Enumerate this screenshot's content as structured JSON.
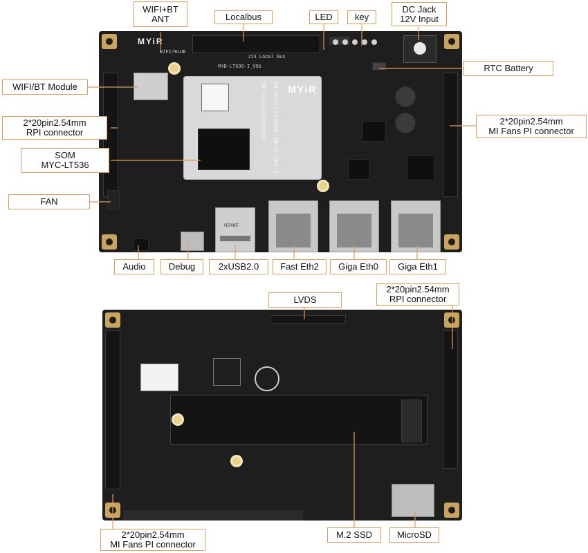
{
  "top_board": {
    "brand": "MYiR",
    "som_module_text": "MYiR",
    "som_part": "PN:MYC-LT536ME-8E1D-160-I",
    "som_serial": "SN:XXXXXXXXXXXXX",
    "board_name": "MYB-LT536-I_V01",
    "local_bus_silk": "J14  Local Bus",
    "usb_silk": "H246C",
    "wifi_silk": "WIFI/BLUE"
  },
  "labels": {
    "wifi_ant": "WIFI+BT\nANT",
    "localbus": "Localbus",
    "led": "LED",
    "key": "key",
    "dc_jack": "DC Jack\n12V Input",
    "rtc": "RTC Battery",
    "wifi_module": "WIFI/BT Module",
    "rpi_top": "2*20pin2.54mm\nRPI connector",
    "mifans_top": "2*20pin2.54mm\nMI Fans PI connector",
    "som": "SOM\nMYC-LT536",
    "fan": "FAN",
    "audio": "Audio",
    "debug": "Debug",
    "usb": "2xUSB2.0",
    "fast_eth2": "Fast Eth2",
    "giga_eth0": "Giga Eth0",
    "giga_eth1": "Giga Eth1",
    "lvds": "LVDS",
    "rpi_bottom": "2*20pin2.54mm\nRPI connector",
    "mifans_bottom": "2*20pin2.54mm\nMI Fans PI connector",
    "m2": "M.2 SSD",
    "microsd": "MicroSD"
  },
  "colors": {
    "callout_border": "#e39b5c",
    "leader": "#e39b5c",
    "pcb": "#1e1e1e",
    "gold": "#c9a45c"
  }
}
